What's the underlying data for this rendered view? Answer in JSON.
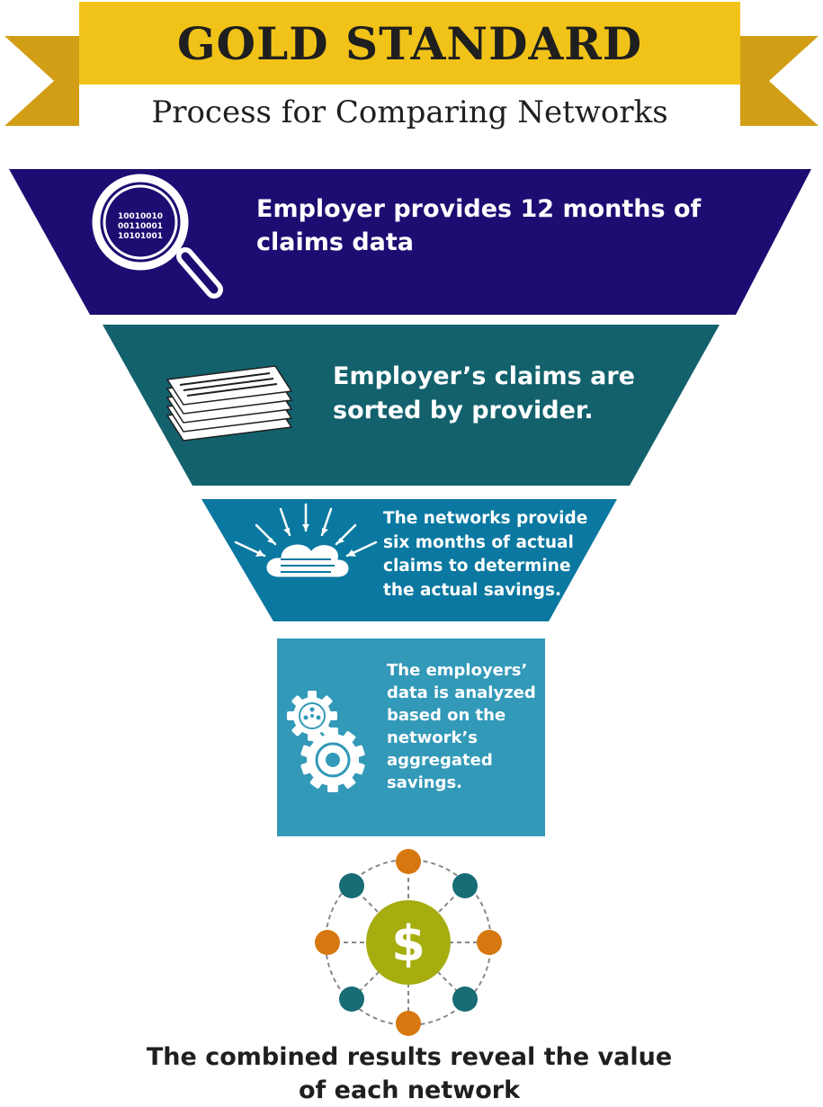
{
  "banner": {
    "title": "GOLD STANDARD",
    "subtitle": "Process for Comparing Networks",
    "colors": {
      "gold": "#f1c318",
      "gold_dark": "#d29e16",
      "gold_fold": "#8c6a0c"
    }
  },
  "steps": [
    {
      "text": "Employer provides 12 months of claims data",
      "icon": "magnifier-binary-icon",
      "binary_lines": [
        "10010010",
        "00110001",
        "10101001"
      ],
      "color": "#1e0c72"
    },
    {
      "text": "Employer’s claims are sorted by provider.",
      "icon": "document-stack-icon",
      "color": "#12616c"
    },
    {
      "text": "The networks provide six months of actual claims to determine the actual savings.",
      "icon": "cloud-upload-icon",
      "color": "#0a78a0"
    },
    {
      "text": "The employers’ data is analyzed based on the network’s aggregated savings.",
      "icon": "gears-icon",
      "color": "#3399b8"
    }
  ],
  "result": {
    "text": "The combined results reveal the value of each network",
    "icon": "dollar-network-icon",
    "symbol": "$",
    "colors": {
      "center": "#a6ad0f",
      "orange": "#d6780f",
      "teal": "#176c75",
      "dashes": "#888888"
    }
  }
}
